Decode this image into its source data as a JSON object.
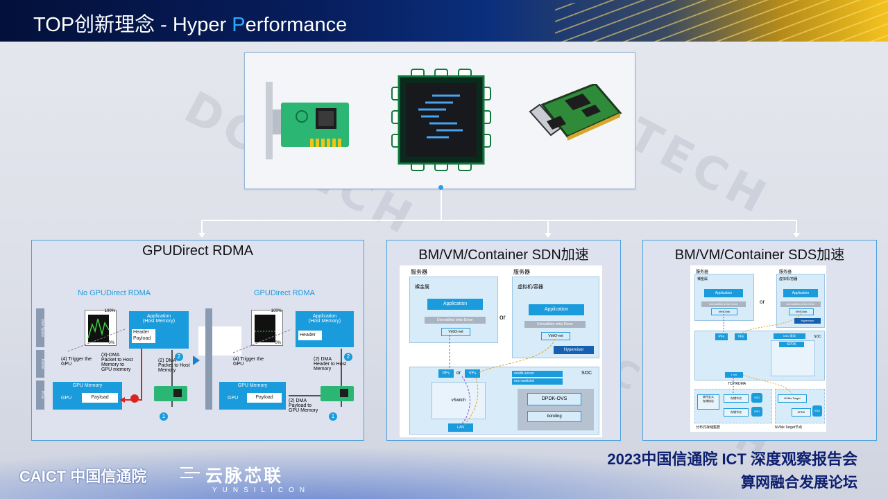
{
  "slide": {
    "title_part1": "TOP创新理念 - Hyper ",
    "title_highlight": "P",
    "title_part2": "erformance"
  },
  "panels": [
    {
      "title": "GPUDirect RDMA",
      "left_diagram": {
        "heading": "No GPUDirect RDMA",
        "app": "Application\n(Host Memory)",
        "header": "Header",
        "payload": "Payload",
        "gpu_memory": "GPU Memory",
        "gpu": "GPU",
        "gpu_payload": "Payload",
        "step1": "(4) Trigger the\nGPU",
        "step2": "(3)-DMA\nPacket to Host\nMemory to\nGPU memory",
        "step3": "(2) DMA\nPacket to Host\nMemory",
        "pct_top": "100%",
        "pct_bottom": "0%",
        "n1": "1",
        "n2": "2",
        "side_user": "User Space",
        "side_kernel": "Kernel",
        "side_pcie": "PCIe"
      },
      "right_diagram": {
        "heading": "GPUDirect RDMA",
        "app": "Application\n(Host Memory)",
        "header": "Header",
        "gpu_memory": "GPU Memory",
        "gpu": "GPU",
        "gpu_payload": "Payload",
        "step1": "(4) Trigger the\nGPU",
        "step2": "(2) DMA\nHeader to Host\nMemory",
        "step3": "(2) DMA\nPayload to\nGPU Memory",
        "pct_top": "100%",
        "pct_bottom": "0%",
        "n1": "1",
        "n2": "2"
      }
    },
    {
      "title": "BM/VM/Container SDN加速",
      "server_left": "服务器",
      "server_right": "服务器",
      "bm": "裸金属",
      "vm": "虚拟机/容器",
      "app": "Application",
      "driver": "Unmodified virtio Driver",
      "virtio": "VirtIO-net",
      "or": "or",
      "hypervisor": "Hypervisor",
      "pfs": "PFs",
      "or2": "or",
      "vfs": "VFs",
      "vswitch": "vSwitch",
      "ovsdb": "ovsdb-server",
      "vswitchd": "ovs-vswitchd",
      "soc": "SOC",
      "dpdk": "DPDK-OVS",
      "bonding": "bonding",
      "lan": "LAN"
    },
    {
      "title": "BM/VM/Container SDS加速",
      "server_left": "服务器",
      "server_right": "服务器",
      "bm": "裸金属",
      "vm": "虚拟机/容器",
      "app": "Application",
      "driver": "Unmodified virtio Driver",
      "virtio": "VirtIO-blk",
      "or": "or",
      "hypervisor": "Hypervisor",
      "pfs": "PFs",
      "vfs": "VFs",
      "bdev": "bdev 驱动",
      "spdk": "SPDK",
      "soc": "SOC",
      "lan": "LAN",
      "tcp": "TCP/RDMA",
      "sw": "软件定义\n存储协议",
      "node1": "存储节点",
      "node2": "存储节点",
      "ssd1": "SSD",
      "ssd2": "SSD",
      "cluster": "分布式存储集群",
      "nvme_target": "NVMe Target",
      "spdk2": "SPDK",
      "ssd3": "SSD",
      "nvme_node": "NVMe Target节点"
    }
  ],
  "footer": {
    "caict_en": "CAICT",
    "caict_cn": "中国信通院",
    "yun_cn": "云脉芯联",
    "yun_en": "YUNSILICON",
    "forum_line1": "2023中国信通院 ICT 深度观察报告会",
    "forum_line2": "算网融合发展论坛"
  },
  "watermark": "DC TECH",
  "colors": {
    "accent_blue": "#1a9bdc",
    "box_blue": "#d7ebf8",
    "highlight_p": "#2fa8ff",
    "forum_navy": "#0d1e6e"
  }
}
